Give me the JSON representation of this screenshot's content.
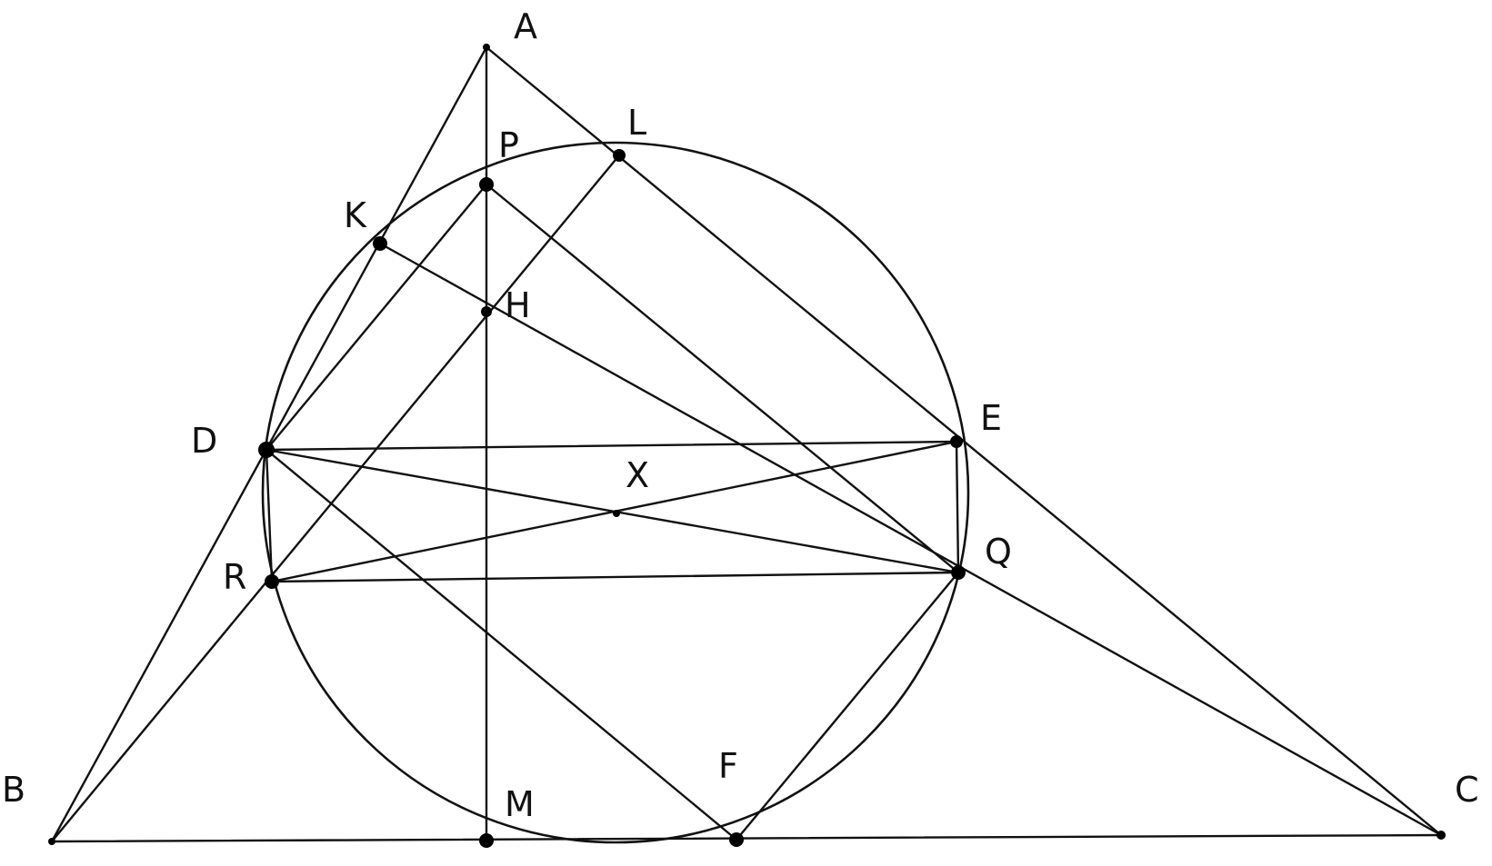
{
  "diagram": {
    "points": [
      {
        "id": "A",
        "label": "A"
      },
      {
        "id": "P",
        "label": "P"
      },
      {
        "id": "L",
        "label": "L"
      },
      {
        "id": "K",
        "label": "K"
      },
      {
        "id": "H",
        "label": "H"
      },
      {
        "id": "D",
        "label": "D"
      },
      {
        "id": "E",
        "label": "E"
      },
      {
        "id": "X",
        "label": "X"
      },
      {
        "id": "R",
        "label": "R"
      },
      {
        "id": "Q",
        "label": "Q"
      },
      {
        "id": "B",
        "label": "B"
      },
      {
        "id": "M",
        "label": "M"
      },
      {
        "id": "F",
        "label": "F"
      },
      {
        "id": "C",
        "label": "C"
      }
    ],
    "segments": [
      [
        "A",
        "B"
      ],
      [
        "A",
        "C"
      ],
      [
        "B",
        "C"
      ],
      [
        "A",
        "M"
      ],
      [
        "B",
        "L"
      ],
      [
        "C",
        "K"
      ],
      [
        "D",
        "P"
      ],
      [
        "P",
        "Q"
      ],
      [
        "D",
        "E"
      ],
      [
        "R",
        "Q"
      ],
      [
        "D",
        "Q"
      ],
      [
        "R",
        "E"
      ],
      [
        "D",
        "R"
      ],
      [
        "E",
        "Q"
      ],
      [
        "D",
        "F"
      ],
      [
        "F",
        "Q"
      ]
    ],
    "circle": {
      "passes_through": [
        "K",
        "L",
        "P",
        "D",
        "E",
        "R",
        "Q",
        "M",
        "F"
      ]
    }
  }
}
